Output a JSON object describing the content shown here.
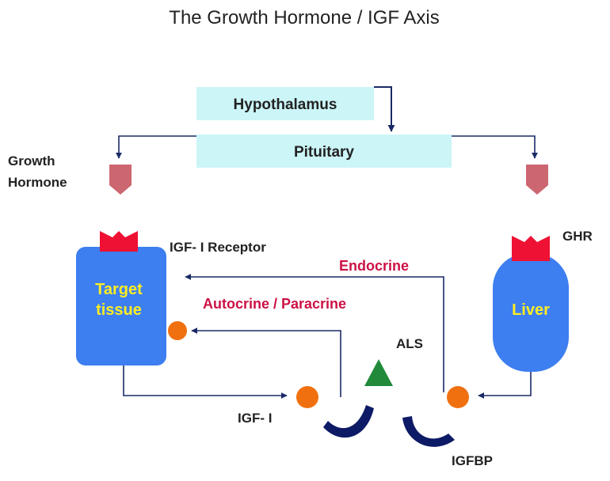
{
  "title": "The Growth Hormone / IGF Axis",
  "nodes": {
    "hypothalamus": "Hypothalamus",
    "pituitary": "Pituitary",
    "growth_hormone_line1": "Growth",
    "growth_hormone_line2": "Hormone",
    "target_line1": "Target",
    "target_line2": "tissue",
    "liver": "Liver",
    "igf1_receptor": "IGF- I Receptor",
    "ghr": "GHR",
    "als": "ALS",
    "igf1": "IGF- I",
    "igfbp": "IGFBP"
  },
  "pathways": {
    "endocrine": "Endocrine",
    "autocrine_paracrine": "Autocrine / Paracrine"
  },
  "colors": {
    "box_fill": "#ccf5f7",
    "tissue_fill": "#3d7ef0",
    "receptor_red": "#ee1133",
    "hormone_pink": "#cc6670",
    "igf_orange": "#f07010",
    "receptor_orange": "#ff9900",
    "igfbp_navy": "#0d1a66",
    "als_green": "#208a3a",
    "arrow_navy": "#1a2a66",
    "label_red": "#cc1144",
    "label_yellow": "#ffee22"
  }
}
